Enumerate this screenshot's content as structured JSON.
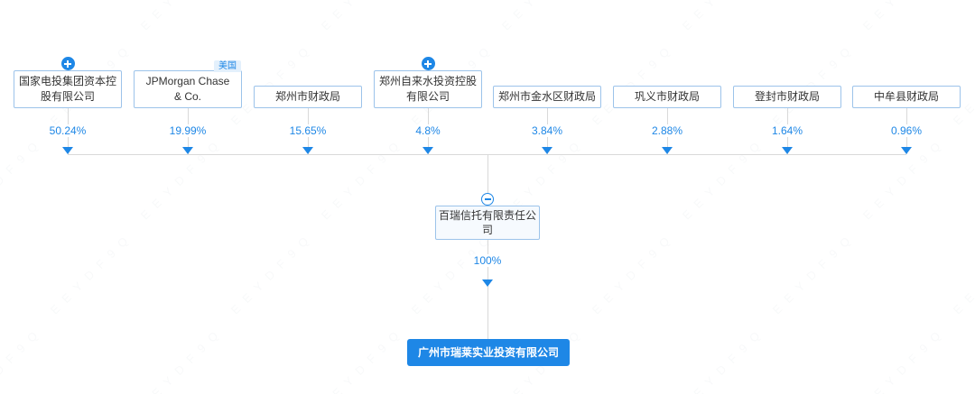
{
  "page": {
    "accent_color": "#1e87e6",
    "node_border_color": "#9cc3ea",
    "line_color": "#d9d9d9",
    "badge_bg_color": "#e3f0fc",
    "watermark_text": "EEYDF9Q"
  },
  "shareholders": [
    {
      "name": "国家电投集团资本控股有限公司",
      "percent": "50.24%",
      "expand_icon": "plus-icon"
    },
    {
      "name": "JPMorgan Chase & Co.",
      "percent": "19.99%",
      "country_badge": "美国"
    },
    {
      "name": "郑州市财政局",
      "percent": "15.65%"
    },
    {
      "name": "郑州自来水投资控股有限公司",
      "percent": "4.8%",
      "expand_icon": "plus-icon"
    },
    {
      "name": "郑州市金水区财政局",
      "percent": "3.84%"
    },
    {
      "name": "巩义市财政局",
      "percent": "2.88%"
    },
    {
      "name": "登封市财政局",
      "percent": "1.64%"
    },
    {
      "name": "中牟县财政局",
      "percent": "0.96%"
    }
  ],
  "intermediate_company": {
    "name": "百瑞信托有限责任公司",
    "percent": "100%",
    "collapse_icon": "minus-icon"
  },
  "target_company": {
    "name": "广州市瑞莱实业投资有限公司"
  }
}
